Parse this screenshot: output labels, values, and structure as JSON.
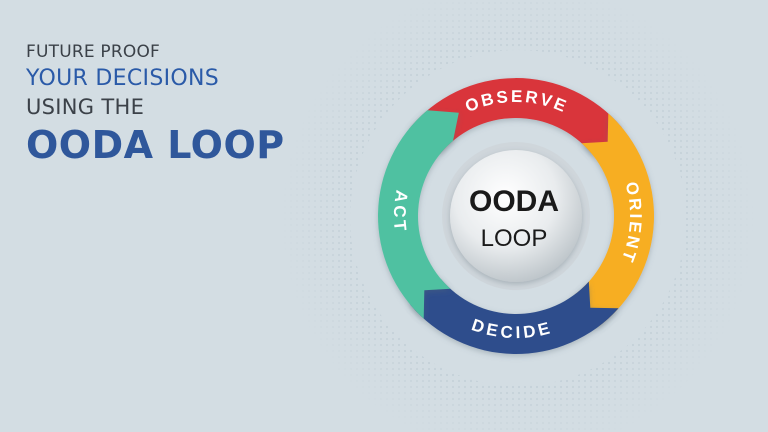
{
  "headline": {
    "line1": "FUTURE PROOF",
    "line2": "YOUR DECISIONS",
    "line3": "USING THE",
    "line4": "OODA LOOP"
  },
  "center": {
    "title": "OODA",
    "subtitle": "LOOP"
  },
  "segments": [
    {
      "id": "observe",
      "label": "OBSERVE",
      "color": "#d9353a"
    },
    {
      "id": "orient",
      "label": "ORIENT",
      "color": "#f7ae22"
    },
    {
      "id": "decide",
      "label": "DECIDE",
      "color": "#2e4e8c"
    },
    {
      "id": "act",
      "label": "ACT",
      "color": "#50c1a1"
    }
  ]
}
